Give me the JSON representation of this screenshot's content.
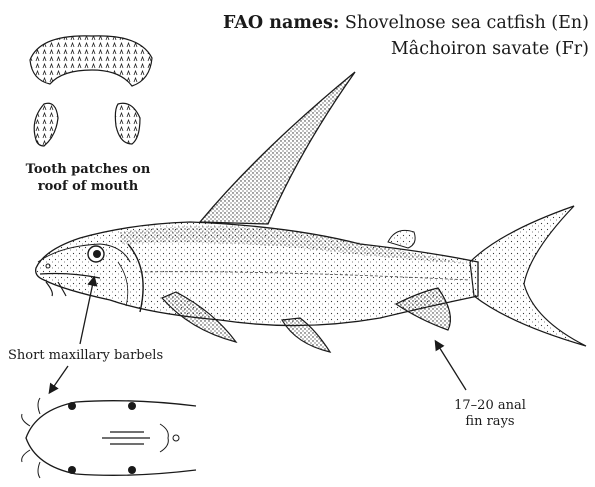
{
  "fao": {
    "label": "FAO names:",
    "english": "Shovelnose sea catfish (En)",
    "french": "Mâchoiron savate (Fr)"
  },
  "labels": {
    "tooth_patches_line1": "Tooth patches on",
    "tooth_patches_line2": "roof of mouth",
    "maxillary_barbels": "Short maxillary barbels",
    "anal_rays_line1": "17–20 anal",
    "anal_rays_line2": "fin rays"
  },
  "colors": {
    "ink": "#1a1a1a",
    "background": "#ffffff"
  }
}
